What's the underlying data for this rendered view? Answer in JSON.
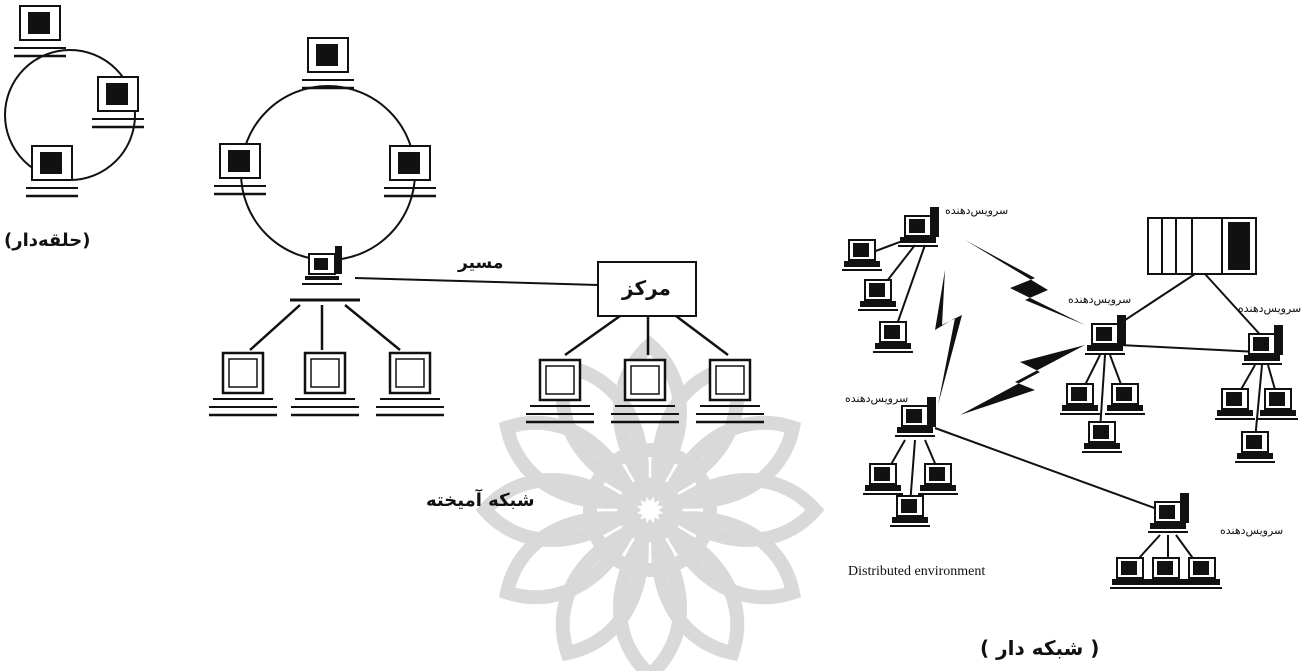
{
  "ring": {
    "caption": "(حلقه‌دار)"
  },
  "hybrid": {
    "path_label": "مسیر",
    "hub_label": "مرکز",
    "caption": "شبکه آمیخته"
  },
  "mesh": {
    "server_label": "سرویس‌دهنده",
    "environment_label": "Distributed environment",
    "caption": "( شبکه دار )"
  },
  "colors": {
    "ink": "#111111",
    "watermark": "#d9d9d9",
    "background": "#ffffff"
  }
}
